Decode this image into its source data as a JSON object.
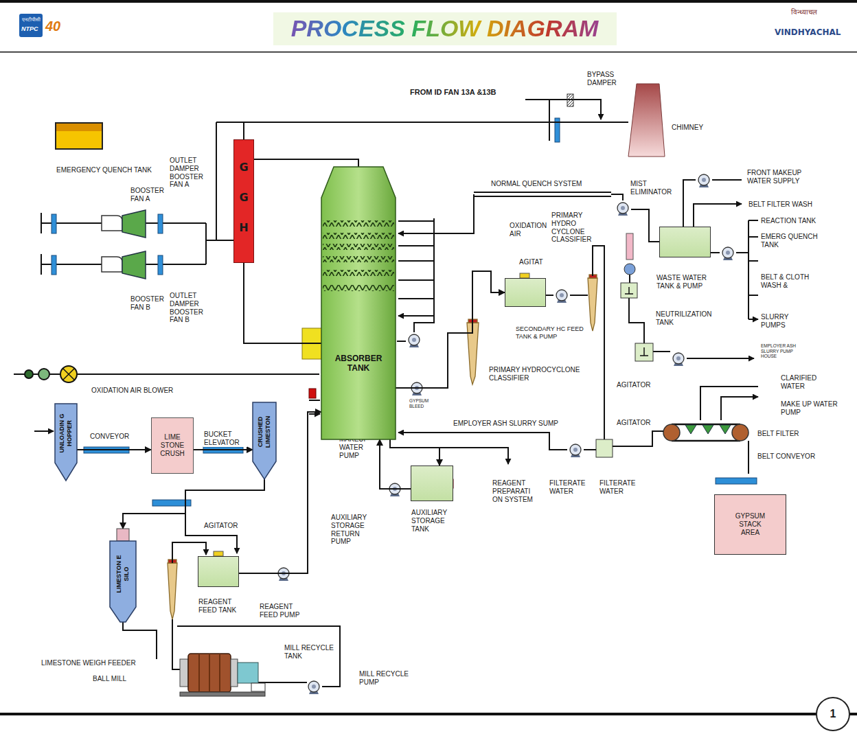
{
  "diagram": {
    "title": "PROCESS FLOW DIAGRAM",
    "nodes": [
      {
        "text": [
          "EMERGENCY QUENCH TANK"
        ]
      },
      {
        "text": [
          "GGH"
        ]
      },
      {
        "text": [
          "ABSORBER TANK"
        ]
      },
      {
        "text": [
          "UNLOADIN G HOPPER"
        ]
      },
      {
        "text": [
          "LIME STONE CRUSH"
        ]
      },
      {
        "text": [
          "CRUSHED LIMESTON"
        ]
      },
      {
        "text": [
          "LIMESTON E SILO"
        ]
      },
      {
        "text": [
          "SECONDARY HC FEED TANK & PUMP"
        ]
      },
      {
        "text": [
          "WASTE WATER TANK & PUMP"
        ]
      },
      {
        "text": [
          "AUXILIARY STORAGE TANK"
        ]
      },
      {
        "text": [
          "REAGENT FEED TANK"
        ]
      },
      {
        "text": [
          "GYPSUM STACK AREA"
        ]
      },
      {
        "text": [
          "CHIMNEY"
        ]
      },
      {
        "text": [
          "1"
        ]
      }
    ],
    "edges": [
      {
        "from": 1,
        "to": 2,
        "arrow": "none"
      },
      {
        "from": 2,
        "to": 1,
        "arrow": "none"
      },
      {
        "from": 1,
        "to": 12,
        "arrow": "none"
      },
      {
        "from": 3,
        "to": 4,
        "arrow": "to",
        "label": "CONVEYOR"
      },
      {
        "from": 4,
        "to": 5,
        "arrow": "to",
        "label": "BUCKET ELEVATOR"
      },
      {
        "from": 5,
        "to": 6,
        "arrow": "to"
      },
      {
        "from": 10,
        "to": 2,
        "arrow": "to"
      },
      {
        "from": 9,
        "to": 2,
        "arrow": "to"
      },
      {
        "from": 2,
        "to": 9,
        "arrow": "to"
      },
      {
        "from": 2,
        "to": 7,
        "arrow": "to"
      }
    ],
    "labels": [
      "एनटीपीसी",
      "NTPC",
      "40",
      "विन्ध्याचल",
      "VINDHYACHAL",
      "FROM ID FAN 13A &13B",
      "BYPASS DAMPER",
      "OUTLET DAMPER BOOSTER FAN A",
      "BOOSTER FAN A",
      "BOOSTER FAN B",
      "OUTLET DAMPER BOOSTER FAN B",
      "NORMAL QUENCH SYSTEM",
      "MIST ELIMINATOR",
      "FRONT MAKEUP WATER SUPPLY",
      "BELT FILTER WASH",
      "REACTION TANK",
      "EMERG QUENCH TANK",
      "BELT & CLOTH WASH &",
      "SLURRY PUMPS",
      "EMPLOYER ASH SLURRY PUMP HOUSE",
      "OXIDATION AIR",
      "PRIMARY HYDRO CYCLONE CLASSIFIER",
      "AGITAT",
      "NEUTRILIZATION TANK",
      "PRIMARY HYDROCYCLONE CLASSIFIER",
      "AGITATOR",
      "CLARIFIED WATER",
      "MAKE UP WATER PUMP",
      "AGITATOR",
      "BELT FILTER",
      "BELT CONVEYOR",
      "GYPSUM BLEED",
      "EMPLOYER ASH SLURRY SUMP",
      "MAKEUP WATER PUMP",
      "OXIDATION AIR BLOWER",
      "AUXILIARY STORAGE RETURN PUMP",
      "REAGENT PREPARATI ON SYSTEM",
      "FILTERATE WATER",
      "FILTERATE WATER",
      "AGITATOR",
      "REAGENT FEED PUMP",
      "MILL RECYCLE TANK",
      "MILL RECYCLE PUMP",
      "LIMESTONE WEIGH FEEDER",
      "BALL MILL"
    ]
  }
}
